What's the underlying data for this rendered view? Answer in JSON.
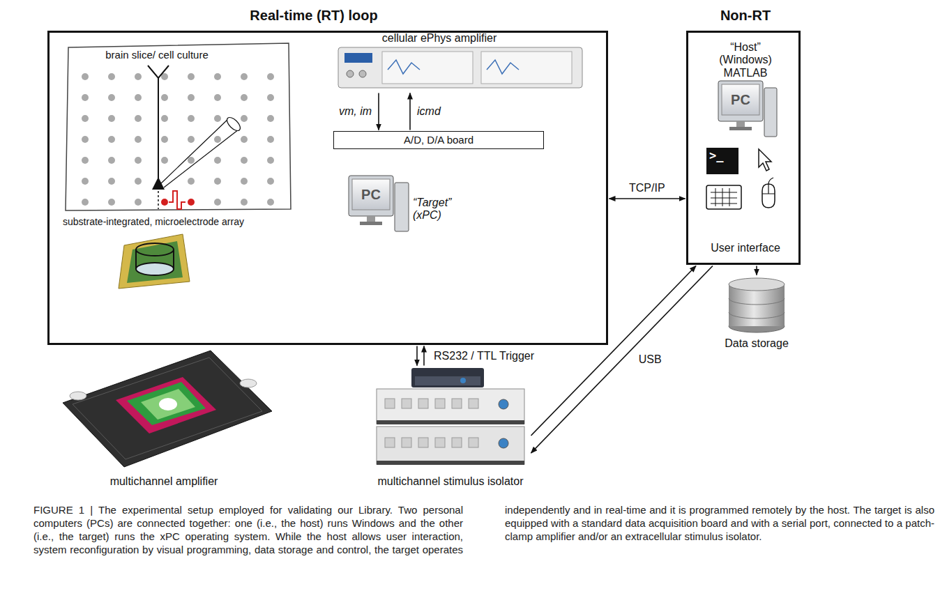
{
  "diagram": {
    "caption": "FIGURE 1 | The experimental setup employed for validating our Library. Two personal computers (PCs) are connected together: one (i.e., the host) runs Windows and the other (i.e., the target) runs the xPC operating system. While the host allows user interaction, system reconfiguration by visual programming, data storage and control, the target operates independently and in real-time and it is programmed remotely by the host. The target is also equipped with a standard data acquisition board and with a serial port, connected to a patch-clamp amplifier and/or an extracellular stimulus isolator.",
    "nodes": [
      {
        "text": [
          "Real-time (RT) loop"
        ]
      },
      {
        "text": [
          "brain slice/ cell culture"
        ],
        "in": 0
      },
      {
        "text": [
          "cellular ePhys amplifier"
        ],
        "in": 0
      },
      {
        "text": [
          "A/D, D/A board"
        ],
        "in": 0
      },
      {
        "text": [
          "“Target” (xPC)"
        ],
        "in": 0
      },
      {
        "text": [
          "Non-RT",
          "“Host” (Windows) MATLAB",
          "User interface"
        ]
      },
      {
        "text": [
          "multichannel stimulus isolator"
        ]
      },
      {
        "text": [
          "Data storage"
        ]
      }
    ],
    "edges": [
      {
        "from": 2,
        "to": 3,
        "label": "vm, im",
        "arrow": "to"
      },
      {
        "from": 3,
        "to": 2,
        "label": "icmd",
        "arrow": "to"
      },
      {
        "from": 0,
        "to": 5,
        "label": "TCP/IP",
        "arrow": "both"
      },
      {
        "from": 0,
        "to": 6,
        "label": "RS232 / TTL Trigger",
        "arrow": "both"
      },
      {
        "from": 6,
        "to": 5,
        "label": "USB",
        "arrow": "both"
      },
      {
        "from": 5,
        "to": 7,
        "arrow": "to"
      }
    ],
    "labels": [
      "substrate-integrated, microelectrode array",
      "PC",
      "PC",
      ">_",
      "multichannel amplifier"
    ]
  }
}
